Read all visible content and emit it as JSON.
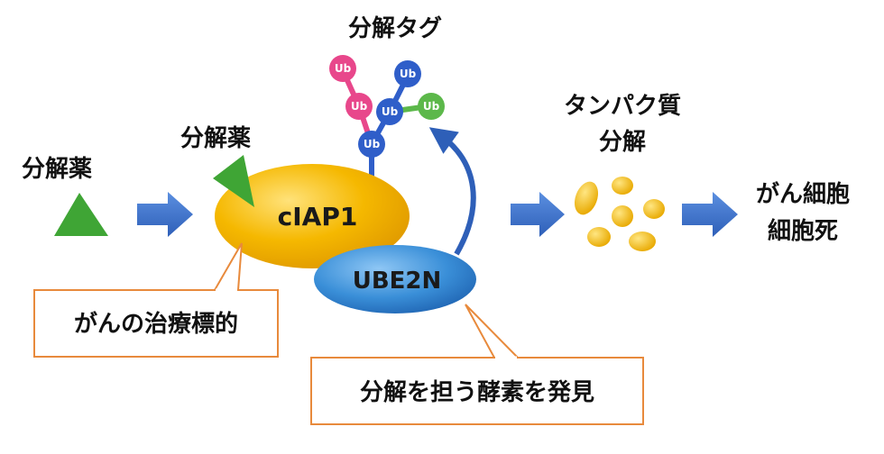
{
  "labels": {
    "drug_left": "分解薬",
    "drug_top": "分解薬",
    "tag_title": "分解タグ",
    "protein_line1": "タンパク質",
    "protein_line2": "分解",
    "death_line1": "がん細胞",
    "death_line2": "細胞死"
  },
  "nodes": {
    "ciap1": "cIAP1",
    "ube2n": "UBE2N",
    "ub": "Ub"
  },
  "callouts": {
    "ciap1_note": "がんの治療標的",
    "ube2n_note": "分解を担う酵素を発見"
  },
  "colors": {
    "ciap1": "#F5B800",
    "ube2n": "#3A8FD8",
    "drug": "#3FA535",
    "arrow": "#3A6FC4",
    "ub_blue": "#2F5EC9",
    "ub_pink": "#E8478B",
    "ub_green": "#5CB84A",
    "callout_border": "#E88A3C",
    "fragments": "#F2BA10"
  }
}
